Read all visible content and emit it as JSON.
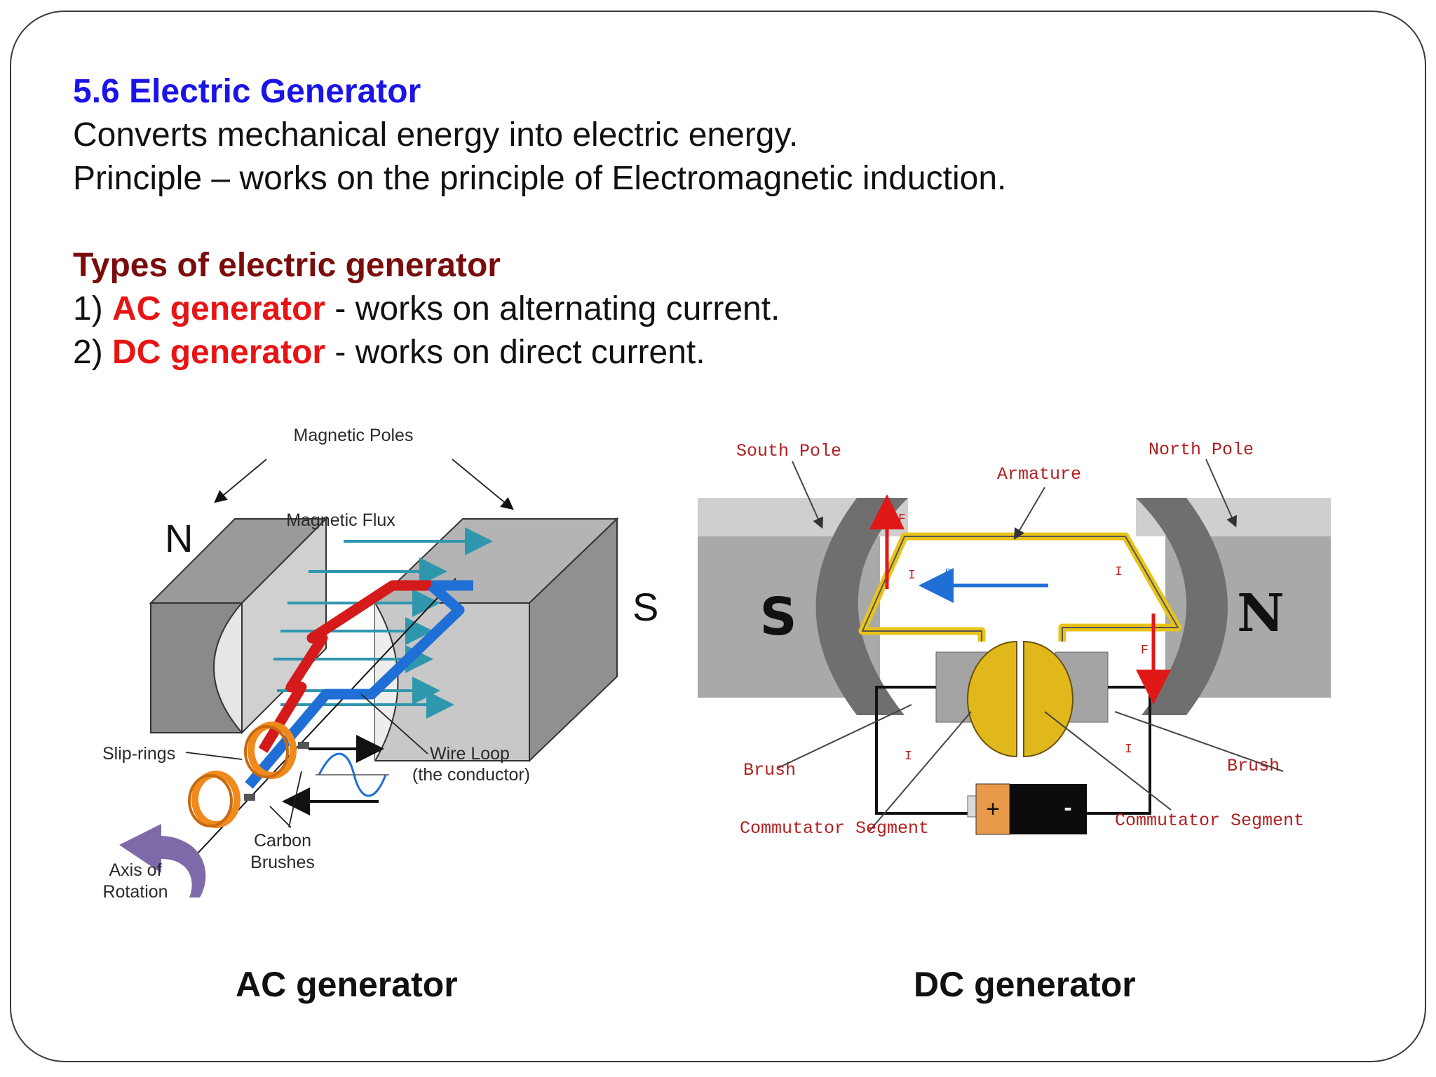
{
  "slide": {
    "title": "5.6 Electric Generator",
    "line1": "Converts mechanical energy into electric energy.",
    "line2": "Principle – works on the principle of Electromagnetic induction.",
    "types_heading": "Types of electric generator",
    "types": [
      {
        "number": "1)",
        "name": "AC generator",
        "desc": " - works on alternating current."
      },
      {
        "number": "2)",
        "name": "DC generator",
        "desc": " - works on direct current."
      }
    ]
  },
  "ac_diagram": {
    "caption": "AC generator",
    "labels": {
      "magnetic_poles": "Magnetic Poles",
      "magnetic_flux": "Magnetic Flux",
      "north": "N",
      "south": "S",
      "slip_rings": "Slip-rings",
      "wire_loop_1": "Wire Loop",
      "wire_loop_2": "(the conductor)",
      "carbon_1": "Carbon",
      "carbon_2": "Brushes",
      "axis_1": "Axis of",
      "axis_2": "Rotation"
    }
  },
  "dc_diagram": {
    "caption": "DC generator",
    "labels": {
      "south_pole": "South Pole",
      "north_pole": "North Pole",
      "armature": "Armature",
      "south": "S",
      "north": "N",
      "brush_left": "Brush",
      "brush_right": "Brush",
      "commutator_left": "Commutator Segment",
      "commutator_right": "Commutator Segment",
      "force": "F",
      "current": "I",
      "field": "B",
      "plus": "+",
      "minus": "-"
    }
  },
  "colors": {
    "title_blue": "#1a14e6",
    "heading_maroon": "#7a0c0c",
    "accent_red": "#e81414"
  }
}
